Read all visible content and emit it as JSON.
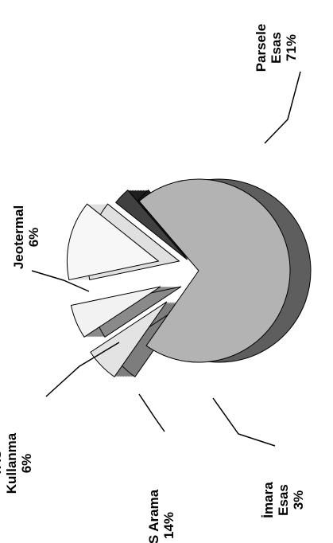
{
  "chart_data": {
    "type": "pie",
    "style": "3d-exploded",
    "orientation": "rotated-90",
    "title": "",
    "slices": [
      {
        "label_lines": [
          "Parsele",
          "Esas"
        ],
        "percent_label": "71%",
        "value": 71,
        "color": "#b3b3b3",
        "side_color": "#5e5e5e"
      },
      {
        "label_lines": [
          "İmara",
          "Esas"
        ],
        "percent_label": "3%",
        "value": 3,
        "color": "#404040",
        "side_color": "#1e1e1e"
      },
      {
        "label_lines": [
          "YAS Arama"
        ],
        "percent_label": "14%",
        "value": 14,
        "color": "#f7f7f7",
        "side_color": "#e0e0e0"
      },
      {
        "label_lines": [
          "YAS",
          "Kullanma"
        ],
        "percent_label": "6%",
        "value": 6,
        "color": "#f2f2f2",
        "side_color": "#8a8a8a"
      },
      {
        "label_lines": [
          "Jeotermal"
        ],
        "percent_label": "6%",
        "value": 6,
        "color": "#e3e3e3",
        "side_color": "#7d7d7d"
      }
    ]
  }
}
